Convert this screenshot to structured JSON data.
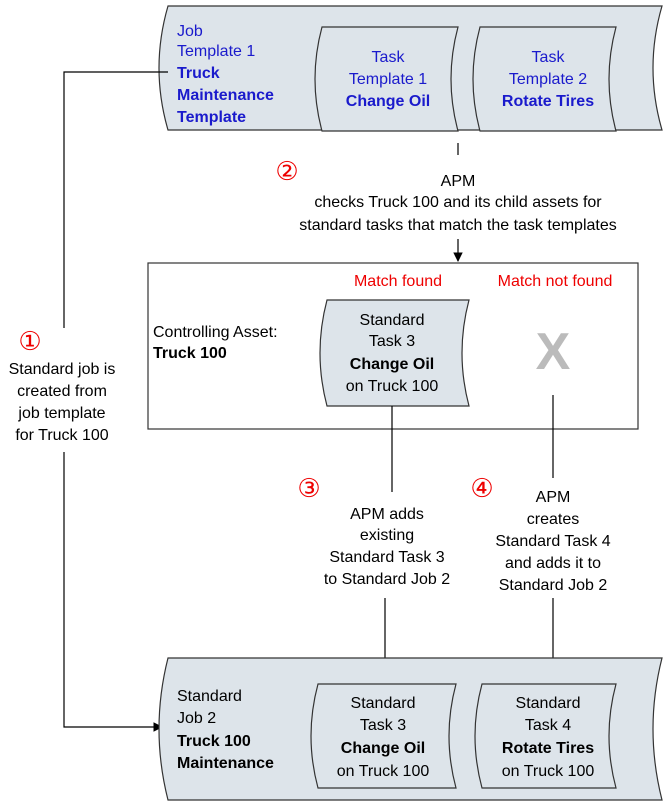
{
  "job_template": {
    "label_lines": [
      "Job",
      "Template 1"
    ],
    "name_lines": [
      "Truck",
      "Maintenance",
      "Template"
    ],
    "tasks": [
      {
        "label_lines": [
          "Task",
          "Template 1"
        ],
        "name": "Change Oil"
      },
      {
        "label_lines": [
          "Task",
          "Template 2"
        ],
        "name": "Rotate Tires"
      }
    ]
  },
  "step2": {
    "number": "②",
    "lines": [
      "APM",
      "checks Truck 100 and its child assets for",
      "standard tasks that match the task templates"
    ]
  },
  "controlling": {
    "label": "Controlling Asset:",
    "asset": "Truck 100",
    "match_found": "Match found",
    "match_not_found": "Match not found",
    "x_mark": "X",
    "task": {
      "lines": [
        "Standard",
        "Task 3"
      ],
      "name": "Change Oil",
      "on": "on Truck 100"
    }
  },
  "step1": {
    "number": "①",
    "lines": [
      "Standard job is",
      "created from",
      "job template",
      "for Truck 100"
    ]
  },
  "step3": {
    "number": "③",
    "lines": [
      "APM adds",
      "existing",
      "Standard Task 3",
      "to Standard Job 2"
    ]
  },
  "step4": {
    "number": "④",
    "lines": [
      "APM",
      "creates",
      "Standard Task 4",
      "and adds it to",
      "Standard Job 2"
    ]
  },
  "standard_job": {
    "label_lines": [
      "Standard",
      "Job 2"
    ],
    "name_lines": [
      "Truck 100",
      "Maintenance"
    ],
    "tasks": [
      {
        "label_lines": [
          "Standard",
          "Task 3"
        ],
        "name": "Change Oil",
        "on": "on Truck 100"
      },
      {
        "label_lines": [
          "Standard",
          "Task 4"
        ],
        "name": "Rotate Tires",
        "on": "on Truck 100"
      }
    ]
  },
  "colors": {
    "template_fill": "#dde4ea",
    "template_text": "#1a1acc",
    "step_number": "#ee0000",
    "match_text": "#ee0000",
    "x_mark": "#bbbbbb"
  }
}
